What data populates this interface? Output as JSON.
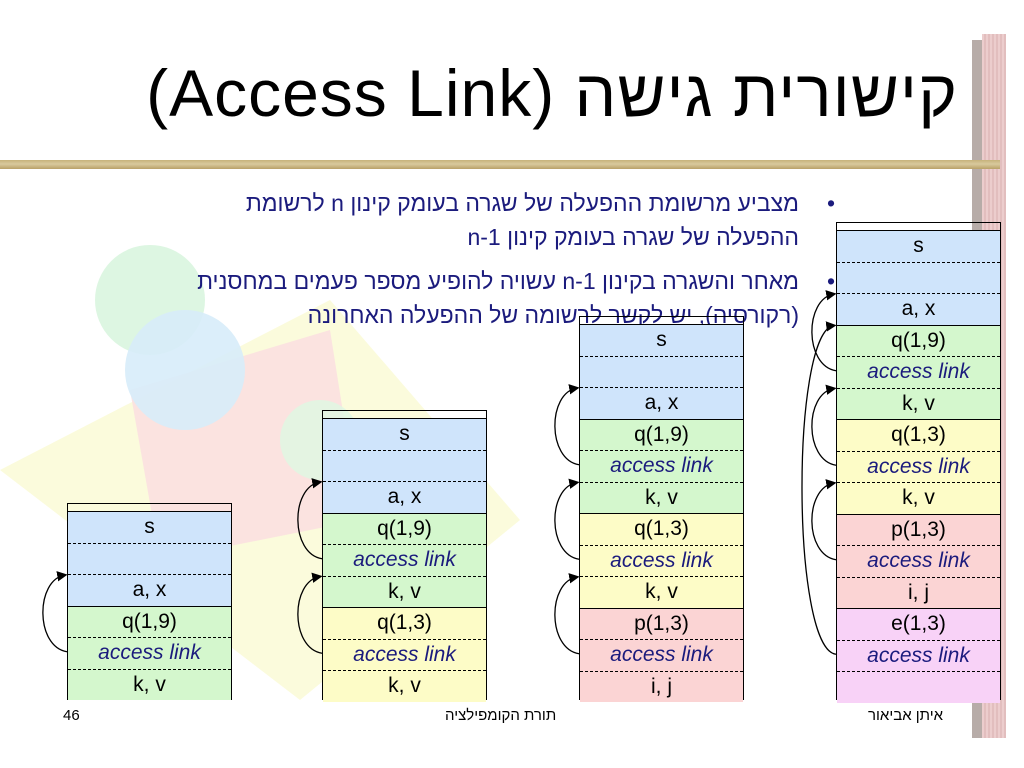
{
  "title": "קישורית גישה (Access Link)",
  "bullets": [
    "מצביע מרשומת ההפעלה של שגרה בעומק קינון n לרשומת ההפעלה של שגרה בעומק קינון n-1",
    "מאחר והשגרה בקינון n-1 עשויה להופיע מספר פעמים במחסנית (רקורסיה), יש לקשר לרשומה של ההפעלה האחרונה"
  ],
  "stacks": [
    {
      "rows": [
        "s",
        "",
        "a, x",
        "q(1,9)",
        "access link",
        "k, v"
      ]
    },
    {
      "rows": [
        "s",
        "",
        "a, x",
        "q(1,9)",
        "access link",
        "k, v",
        "q(1,3)",
        "access link",
        "k, v"
      ]
    },
    {
      "rows": [
        "s",
        "",
        "a, x",
        "q(1,9)",
        "access link",
        "k, v",
        "q(1,3)",
        "access link",
        "k, v",
        "p(1,3)",
        "access link",
        "i, j"
      ]
    },
    {
      "rows": [
        "s",
        "",
        "a, x",
        "q(1,9)",
        "access link",
        "k, v",
        "q(1,3)",
        "access link",
        "k, v",
        "p(1,3)",
        "access link",
        "i, j",
        "e(1,3)",
        "access link",
        ""
      ]
    }
  ],
  "footer": {
    "author": "איתן אביאור",
    "course": "תורת הקומפילציה",
    "page": "46"
  },
  "colors": {
    "text_blue": "#1b1b7d",
    "main_frame": "#cfe4fb",
    "q19_frame": "#d4f7cd",
    "q13_frame": "#fdfcc7",
    "p13_frame": "#fbd4d4",
    "e13_frame": "#f8d2f7"
  }
}
